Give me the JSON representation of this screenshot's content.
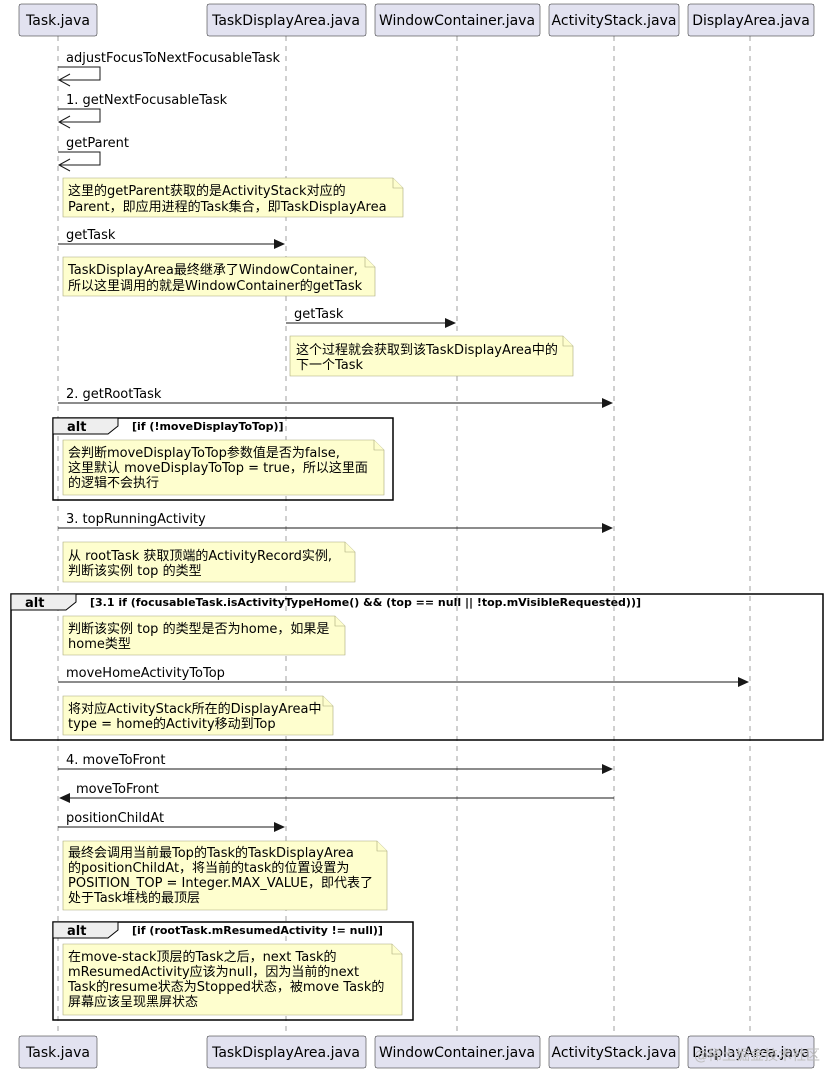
{
  "participants": [
    "Task.java",
    "TaskDisplayArea.java",
    "WindowContainer.java",
    "ActivityStack.java",
    "DisplayArea.java"
  ],
  "messages": [
    {
      "from": 0,
      "to": 0,
      "label": "adjustFocusToNextFocusableTask"
    },
    {
      "from": 0,
      "to": 0,
      "label": "1. getNextFocusableTask"
    },
    {
      "from": 0,
      "to": 0,
      "label": "getParent"
    },
    {
      "from": 0,
      "to": 1,
      "label": "getTask"
    },
    {
      "from": 1,
      "to": 2,
      "label": "getTask"
    },
    {
      "from": 0,
      "to": 3,
      "label": "2. getRootTask"
    },
    {
      "from": 0,
      "to": 3,
      "label": "3. topRunningActivity"
    },
    {
      "from": 0,
      "to": 4,
      "label": "moveHomeActivityToTop"
    },
    {
      "from": 0,
      "to": 3,
      "label": "4. moveToFront"
    },
    {
      "from": 3,
      "to": 0,
      "label": "moveToFront"
    },
    {
      "from": 0,
      "to": 1,
      "label": "positionChildAt"
    }
  ],
  "notes": [
    {
      "lines": [
        "这里的getParent获取的是ActivityStack对应的",
        "Parent，即应用进程的Task集合，即TaskDisplayArea"
      ]
    },
    {
      "lines": [
        "TaskDisplayArea最终继承了WindowContainer,",
        "所以这里调用的就是WindowContainer的getTask"
      ]
    },
    {
      "lines": [
        "这个过程就会获取到该TaskDisplayArea中的",
        "下一个Task"
      ]
    },
    {
      "lines": [
        "会判断moveDisplayToTop参数值是否为false,",
        "这里默认 moveDisplayToTop = true，所以这里面",
        "的逻辑不会执行"
      ]
    },
    {
      "lines": [
        "从 rootTask 获取顶端的ActivityRecord实例,",
        "判断该实例 top 的类型"
      ]
    },
    {
      "lines": [
        "判断该实例 top 的类型是否为home，如果是",
        "home类型"
      ]
    },
    {
      "lines": [
        "将对应ActivityStack所在的DisplayArea中",
        "type = home的Activity移动到Top"
      ]
    },
    {
      "lines": [
        "最终会调用当前最Top的Task的TaskDisplayArea",
        "的positionChildAt，将当前的task的位置设置为",
        "POSITION_TOP = Integer.MAX_VALUE，即代表了",
        "处于Task堆栈的最顶层"
      ]
    },
    {
      "lines": [
        "在move-stack顶层的Task之后，next Task的",
        "mResumedActivity应该为null，因为当前的next",
        "Task的resume状态为Stopped状态，被move Task的",
        "屏幕应该呈现黑屏状态"
      ]
    }
  ],
  "alts": [
    {
      "title": "alt",
      "condition": "[if (!moveDisplayToTop)]"
    },
    {
      "title": "alt",
      "condition": "[3.1  if (focusableTask.isActivityTypeHome() && (top == null || !top.mVisibleRequested))]"
    },
    {
      "title": "alt",
      "condition": "[if (rootTask.mResumedActivity != null)]"
    }
  ],
  "watermark": "@稀土掘金技术社区"
}
